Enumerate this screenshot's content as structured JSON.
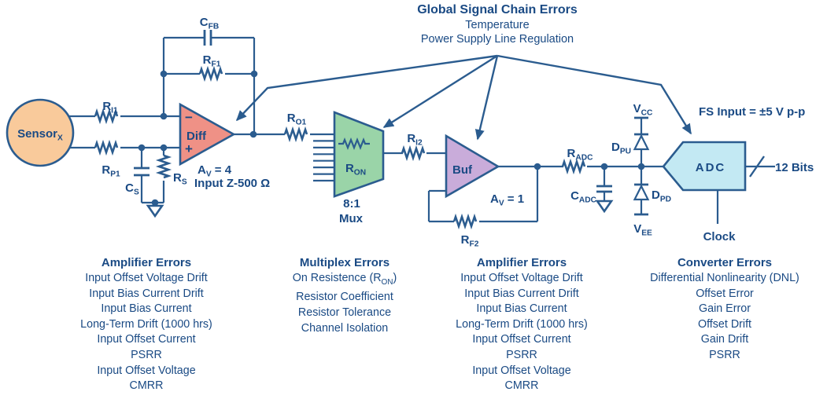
{
  "header": {
    "title": "Global Signal Chain Errors",
    "line1": "Temperature",
    "line2": "Power Supply Line Regulation"
  },
  "circuit": {
    "sensor": "Sensor_{X}",
    "r_i1": "R_{I1}",
    "r_p1": "R_{P1}",
    "c_s": "C_{S}",
    "r_s": "R_{S}",
    "c_fb": "C_{FB}",
    "r_f1": "R_{F1}",
    "diff_name": "Diff",
    "minus": "−",
    "plus": "+",
    "av4": "A_{V} = 4",
    "input_z": "Input Z-500 Ω",
    "r_o1": "R_{O1}",
    "mux_ron": "R_{ON}",
    "mux_ratio": "8:1",
    "mux_name": "Mux",
    "r_i2": "R_{I2}",
    "buf_name": "Buf",
    "av1": "A_{V} = 1",
    "r_f2": "R_{F2}",
    "r_adc": "R_{ADC}",
    "c_adc": "C_{ADC}",
    "d_pu": "D_{PU}",
    "d_pd": "D_{PD}",
    "v_cc": "V_{CC}",
    "v_ee": "V_{EE}",
    "adc_name": "ADC",
    "fs_input": "FS Input = ±5 V p-p",
    "bits": "12 Bits",
    "clock": "Clock"
  },
  "columns": [
    {
      "title": "Amplifier Errors",
      "items": [
        "Input Offset Voltage Drift",
        "Input Bias Current Drift",
        "Input Bias Current",
        "Long-Term Drift (1000 hrs)",
        "Input Offset Current",
        "PSRR",
        "Input Offset Voltage",
        "CMRR"
      ]
    },
    {
      "title": "Multiplex Errors",
      "items": [
        "On Resistence (R_{ON})",
        "Resistor Coefficient",
        "Resistor Tolerance",
        "Channel Isolation"
      ]
    },
    {
      "title": "Amplifier Errors",
      "items": [
        "Input Offset Voltage Drift",
        "Input Bias Current Drift",
        "Input Bias Current",
        "Long-Term Drift (1000 hrs)",
        "Input Offset Current",
        "PSRR",
        "Input Offset Voltage",
        "CMRR"
      ]
    },
    {
      "title": "Converter Errors",
      "items": [
        "Differential Nonlinearity (DNL)",
        "Offset Error",
        "Gain Error",
        "Offset Drift",
        "Gain Drift",
        "PSRR"
      ]
    }
  ],
  "colors": {
    "line": "#2B5C8F",
    "text": "#1A4A84",
    "sensor_fill": "#F9CA9B",
    "diff_fill": "#EF9186",
    "mux_fill": "#9AD4A8",
    "buf_fill": "#C9ACDA",
    "adc_fill": "#C3E9F3"
  }
}
